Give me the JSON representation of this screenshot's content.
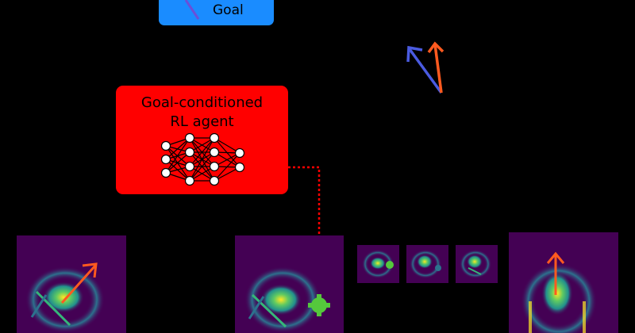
{
  "goal_box": {
    "label": "Goal",
    "color": "#1a8cff"
  },
  "agent_box": {
    "line1": "Goal-conditioned",
    "line2": "RL agent",
    "color": "#ff0000"
  },
  "colors": {
    "panel_bg": "#440154",
    "panel_mid": "#21908d",
    "panel_hot": "#fde725",
    "orange_arrow": "#ff5a1f",
    "blue_arrow": "#4a5be0",
    "dotted_line": "#ff0000",
    "target_marker": "#55c83c"
  },
  "icons": [
    "neural-network-icon",
    "target-gear-icon",
    "arrow-icon"
  ]
}
